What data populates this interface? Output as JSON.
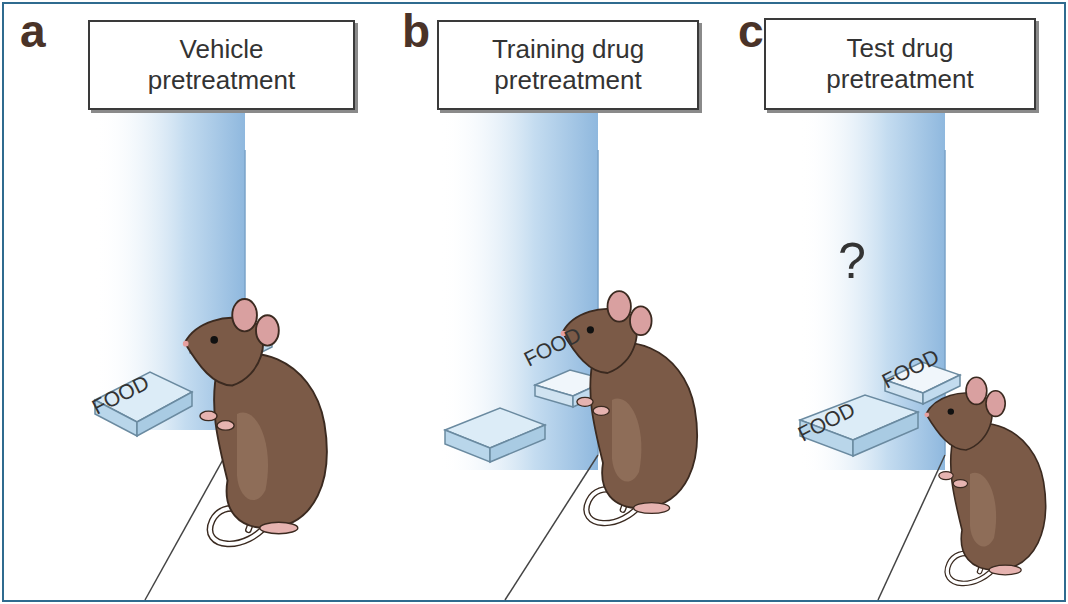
{
  "diagram": {
    "nodes": [
      {
        "text": [
          "Vehicle pretreatment"
        ]
      },
      {
        "text": [
          "Training drug pretreatment"
        ]
      },
      {
        "text": [
          "Test drug pretreatment"
        ]
      }
    ],
    "labels": [
      "a",
      "FOOD",
      "b",
      "FOOD",
      "c",
      "?",
      "FOOD",
      "FOOD"
    ]
  }
}
